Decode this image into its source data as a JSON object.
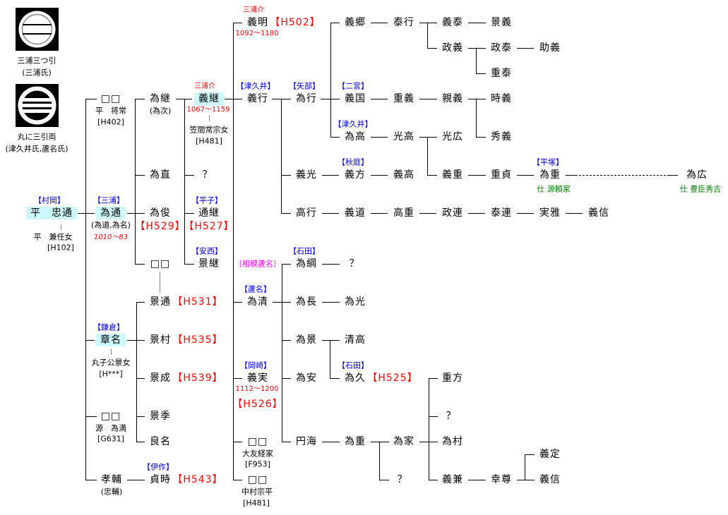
{
  "crests": [
    {
      "name": "三浦三つ引",
      "clan": "(三浦氏)"
    },
    {
      "name": "丸に三引両",
      "clan": "(津久井氏,蘆名氏)"
    }
  ],
  "nodes": {
    "tadamichi": {
      "clan": "【村岡】",
      "name": "平　忠通",
      "spouse": "平　兼任女",
      "ref": "[H102]"
    },
    "masatsune_son": {
      "name": "□□",
      "spouse": "平　将常",
      "ref": "[H402]"
    },
    "tamemichi": {
      "clan": "【三浦】",
      "name": "為通",
      "alias": "(為道,為名)",
      "dates": "1010～83"
    },
    "akina": {
      "clan": "【鎌倉】",
      "name": "章名",
      "spouse": "丸子公景女",
      "ref": "[H***]"
    },
    "tamemitsu_son": {
      "name": "□□",
      "spouse": "源　為満",
      "ref": "[G631]"
    },
    "takasuke": {
      "name": "孝輔",
      "alias": "(忠輔)"
    },
    "tametsugu": {
      "name": "為継",
      "alias": "(為次)"
    },
    "tamenao": {
      "name": "為直"
    },
    "tametoshi": {
      "name": "為俊",
      "code": "【H529】"
    },
    "unknown_c2": {
      "name": "□□"
    },
    "kagemichi": {
      "name": "景通",
      "code": "【H531】"
    },
    "kagemura": {
      "name": "景村",
      "code": "【H535】"
    },
    "kagenari": {
      "name": "景成",
      "code": "【H539】"
    },
    "kagesue": {
      "name": "景季"
    },
    "yoshina": {
      "name": "良名"
    },
    "sadatoki": {
      "clan": "【伊作】",
      "name": "貞時",
      "code": "【H543】"
    },
    "yoshitsugu": {
      "title": "三浦介",
      "name": "義継",
      "dates": "1067～1159",
      "spouse": "笠間常宗女",
      "ref": "[H481]"
    },
    "unknown_q1": {
      "name": "？"
    },
    "michitsugu": {
      "clan": "【平子】",
      "name": "通継",
      "code": "【H527】"
    },
    "kagetsugu": {
      "clan": "【安西】",
      "name": "景継"
    },
    "yoshiaki": {
      "title": "三浦介",
      "name": "義明",
      "code": "【H502】",
      "dates": "1092～1180"
    },
    "yoshiyuki": {
      "clan": "【津久井】",
      "name": "義行"
    },
    "tamekiyo": {
      "branch": "〔相模蘆名〕",
      "clan": "【蘆名】",
      "name": "為清"
    },
    "yoshizane": {
      "clan": "【岡崎】",
      "name": "義実",
      "dates": "1112～1200",
      "code": "【H526】"
    },
    "otomo_wife": {
      "name": "□□",
      "spouse": "大友経家",
      "ref": "[F953]"
    },
    "nakamura_wife": {
      "name": "□□",
      "spouse": "中村宗平",
      "ref": "[H481]"
    },
    "tameyuki": {
      "clan": "【矢部】",
      "name": "為行"
    },
    "yoshimitsu": {
      "name": "義光"
    },
    "takayuki": {
      "name": "高行"
    },
    "tametsuna": {
      "clan": "【石田】",
      "name": "為綱"
    },
    "tamenaga": {
      "name": "為長"
    },
    "tamekage": {
      "name": "為景"
    },
    "tameyasu": {
      "name": "為安"
    },
    "enkai": {
      "name": "円海"
    },
    "yoshisato": {
      "name": "義郷"
    },
    "yoshikuni": {
      "clan": "【二宮】",
      "name": "義国"
    },
    "tametaka": {
      "clan": "【津久井】",
      "name": "為高"
    },
    "yoshikata": {
      "clan": "【秋庭】",
      "name": "義方"
    },
    "yoshimichi": {
      "name": "義道"
    },
    "unknown_q2": {
      "name": "？"
    },
    "tamemitsu": {
      "name": "為光"
    },
    "kiyotaka": {
      "name": "清高"
    },
    "tamehisa": {
      "clan": "【石田】",
      "name": "為久",
      "code": "【H525】"
    },
    "tameshige_a": {
      "name": "為重"
    },
    "yasuyuki": {
      "name": "泰行"
    },
    "shigeyoshi": {
      "name": "重義"
    },
    "mitsutaka": {
      "name": "光高"
    },
    "yoshitaka": {
      "name": "義高"
    },
    "takashige": {
      "name": "高重"
    },
    "tameie": {
      "name": "為家"
    },
    "unknown_q3": {
      "name": "？"
    },
    "yoshiyasu": {
      "name": "義泰"
    },
    "masayoshi": {
      "name": "政義"
    },
    "chikayoshi": {
      "name": "親義"
    },
    "mitsuhiro": {
      "name": "光広"
    },
    "yoshishige": {
      "name": "義重"
    },
    "masatsura": {
      "name": "政連"
    },
    "shigekata": {
      "name": "重方"
    },
    "unknown_q4": {
      "name": "？"
    },
    "tamemura": {
      "name": "為村"
    },
    "yoshikane": {
      "name": "義兼"
    },
    "kageyoshi": {
      "name": "景義"
    },
    "masayasu": {
      "name": "政泰"
    },
    "shigeyasu": {
      "name": "重泰"
    },
    "tokiyoshi": {
      "name": "時義"
    },
    "hideyoshi": {
      "name": "秀義"
    },
    "shigesada": {
      "name": "重貞"
    },
    "yasutsura": {
      "name": "泰連"
    },
    "kouson": {
      "name": "幸尊"
    },
    "sukeyoshi": {
      "name": "助義"
    },
    "tameshige_b": {
      "clan": "【平塚】",
      "name": "為重",
      "service": "仕 源頼家"
    },
    "sanemasa": {
      "name": "実雅"
    },
    "yoshisada": {
      "name": "義定"
    },
    "yoshinobu_a": {
      "name": "義信"
    },
    "yoshinobu_b": {
      "name": "義信"
    },
    "tamehiro": {
      "name": "為広",
      "service": "仕 豊臣秀吉"
    }
  }
}
